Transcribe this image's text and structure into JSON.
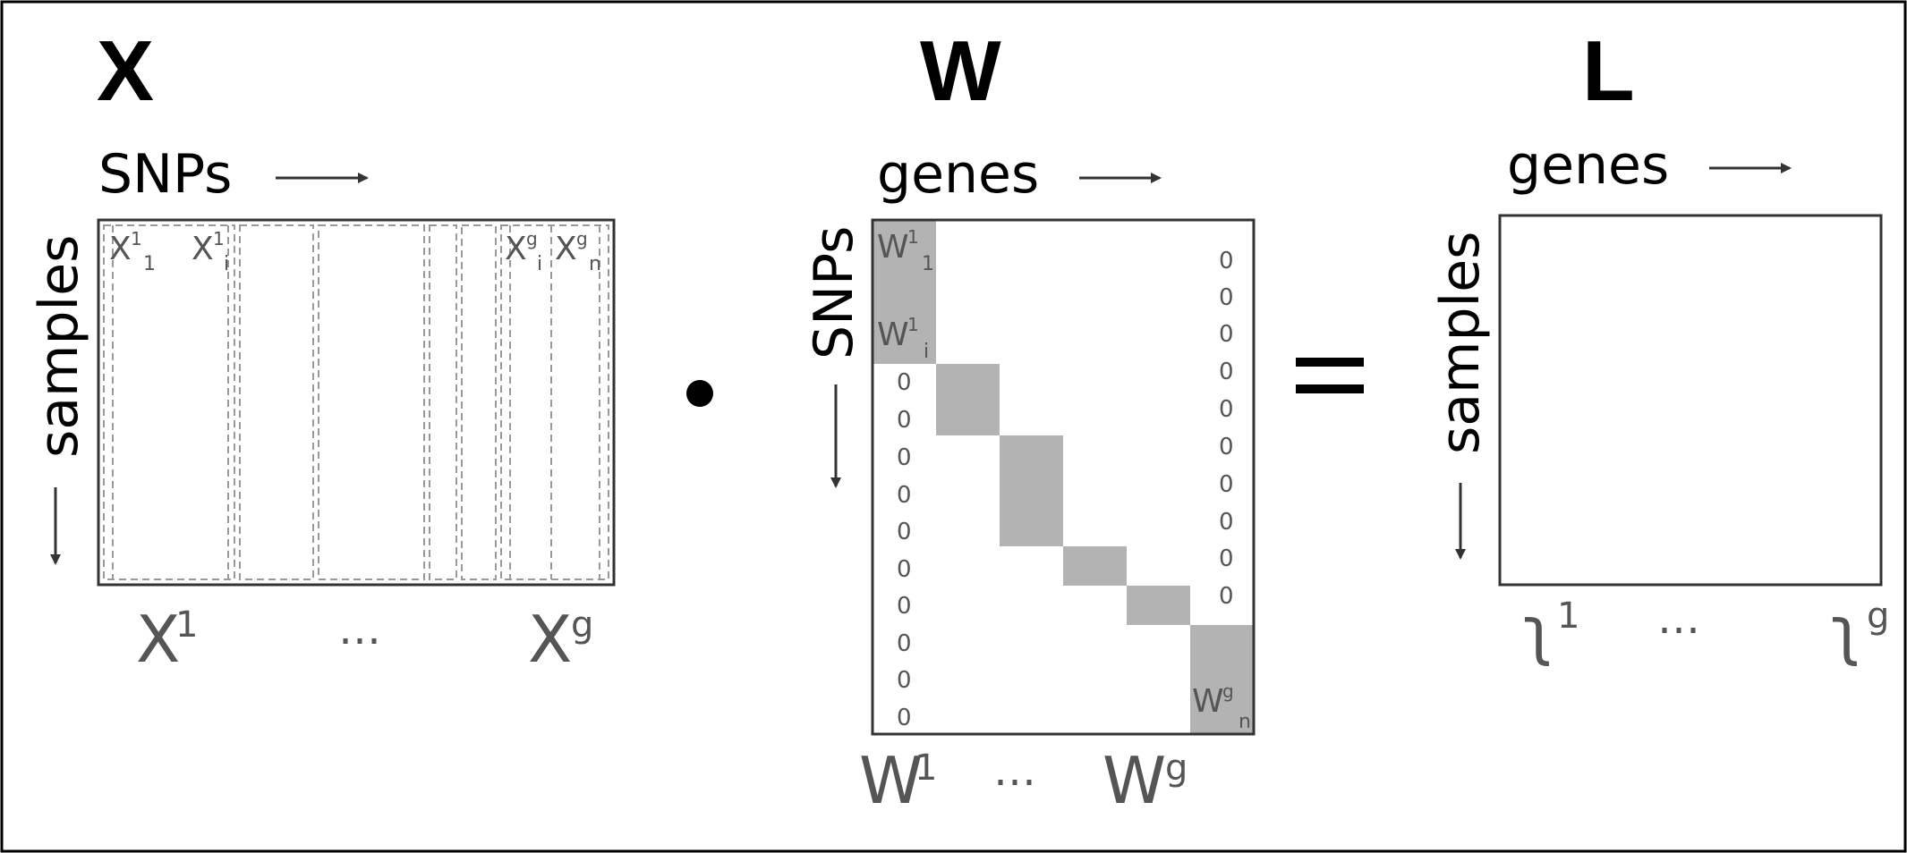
{
  "titles": {
    "x": "X",
    "w": "W",
    "l": "L"
  },
  "x_matrix": {
    "top_label": "SNPs",
    "side_label": "samples",
    "cells": {
      "first_base": "X",
      "first_sup": "1",
      "first_sub": "1",
      "second_base": "X",
      "second_sup": "1",
      "second_sub": "i",
      "third_base": "X",
      "third_sup": "g",
      "third_sub": "i",
      "fourth_base": "X",
      "fourth_sup": "g",
      "fourth_sub": "n"
    },
    "bottom": {
      "left_base": "X",
      "left_sup": "1",
      "ellipsis": "…",
      "right_base": "X",
      "right_sup": "g"
    }
  },
  "operators": {
    "dot": "•",
    "equals": "="
  },
  "w_matrix": {
    "top_label": "genes",
    "side_label": "SNPs",
    "cells": {
      "a_base": "W",
      "a_sup": "1",
      "a_sub": "1",
      "b_base": "W",
      "b_sup": "1",
      "b_sub": "i",
      "c_base": "W",
      "c_sup": "g",
      "c_sub": "n"
    },
    "zero": "0",
    "bottom": {
      "left_base": "W",
      "left_sup": "1",
      "ellipsis": "…",
      "right_base": "W",
      "right_sup": "g"
    }
  },
  "l_matrix": {
    "top_label": "genes",
    "side_label": "samples",
    "bottom": {
      "left_base": "ʅ",
      "left_sup": "1",
      "ellipsis": "…",
      "right_base": "ʅ",
      "right_sup": "g"
    }
  },
  "colors": {
    "block": "#b3b3b3",
    "frame": "#333333",
    "dash": "#999999",
    "subtle_text": "#555555"
  }
}
